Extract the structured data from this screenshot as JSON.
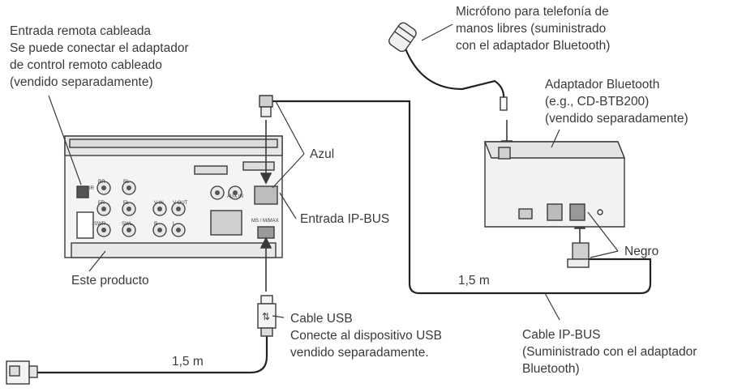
{
  "labels": {
    "wired_remote_input": "Entrada remota cableada\nSe puede conectar el adaptador\nde control remoto cableado\n(vendido separadamente)",
    "microphone": "Micrófono para telefonía de\nmanos libres (suministrado\ncon el adaptador Bluetooth)",
    "bluetooth_adapter": "Adaptador Bluetooth\n(e.g., CD-BTB200)\n(vendido separadamente)",
    "blue": "Azul",
    "ip_bus_input": "Entrada IP-BUS",
    "black": "Negro",
    "this_product": "Este producto",
    "length_ip_bus": "1,5 m",
    "length_usb": "1,5 m",
    "usb_cable": "Cable USB\nConecte al dispositivo USB\nvendido separadamente.",
    "ip_bus_cable": "Cable IP-BUS\n(Suministrado con el adaptador\nBluetooth)"
  },
  "unit_port_labels": {
    "ir": "IR",
    "rr": "RR",
    "rl": "RL",
    "fr": "FR",
    "fl": "FL",
    "swr": "SWR",
    "swl": "SWL",
    "v_in": "V IN",
    "v_out": "V OUT",
    "aux_in": "AUX IN",
    "r": "R",
    "l": "L",
    "ms": "MS / M/MAX"
  },
  "colors": {
    "line": "#3a3a3a",
    "cable": "#222222",
    "panel": "#f2f2f2",
    "shade": "#d9d9d9",
    "text": "#3a3a3a"
  }
}
